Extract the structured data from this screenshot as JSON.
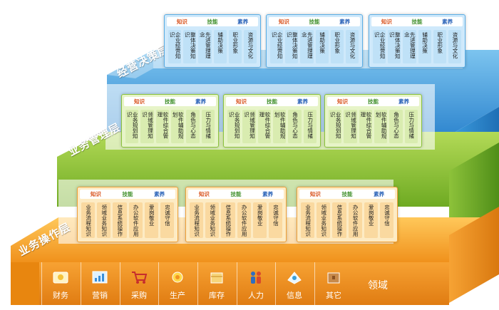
{
  "colors": {
    "top_tier": "#2f93d6",
    "mid_tier": "#78b52a",
    "bottom_tier": "#f29321",
    "keyword_knowledge": "#d9531e",
    "keyword_skill": "#3f8f2a",
    "keyword_quality": "#2a62b8"
  },
  "tiers": [
    {
      "id": "top",
      "side_label": "经营决策层",
      "header": [
        "知识",
        "技能",
        "素养"
      ],
      "items": [
        "企业经营知识",
        "整体决策知识",
        "先进管理理念",
        "辅助决策",
        "职业形象",
        "资源与文化"
      ],
      "groups": 3
    },
    {
      "id": "middle",
      "side_label": "业务管理层",
      "header": [
        "知识",
        "技能",
        "素养"
      ],
      "items": [
        "业务规划知识",
        "领域管理知识",
        "软件综合管理",
        "软件辅助规划",
        "角色与心态",
        "压力与情绪"
      ],
      "groups": 3
    },
    {
      "id": "bottom",
      "side_label": "业务操作层",
      "header": [
        "知识",
        "技能",
        "素养"
      ],
      "items": [
        "业务流程知识",
        "领域业务知识",
        "信息系统操作",
        "办公软件应用",
        "爱岗敬业",
        "忠诚守信"
      ],
      "groups": 3
    }
  ],
  "domains": [
    {
      "label": "财务",
      "icon": "finance-icon"
    },
    {
      "label": "营销",
      "icon": "marketing-icon"
    },
    {
      "label": "采购",
      "icon": "purchase-cart-icon"
    },
    {
      "label": "生产",
      "icon": "production-gear-icon"
    },
    {
      "label": "库存",
      "icon": "inventory-box-icon"
    },
    {
      "label": "人力",
      "icon": "people-icon"
    },
    {
      "label": "信息",
      "icon": "information-icon"
    },
    {
      "label": "其它",
      "icon": "other-box-icon"
    }
  ],
  "domain_title": "领域"
}
